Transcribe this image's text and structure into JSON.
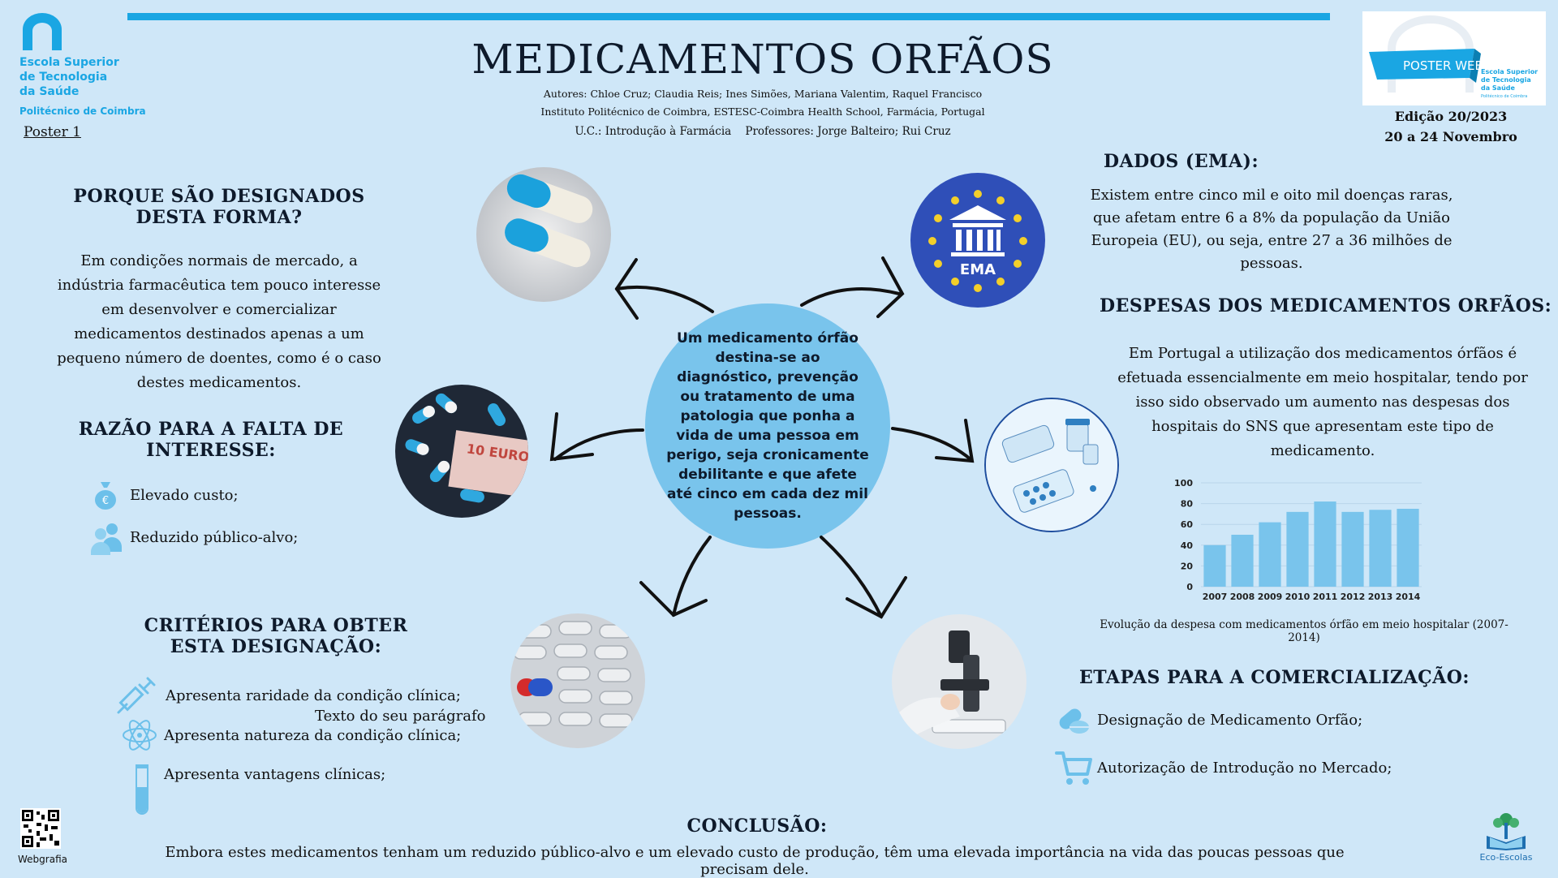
{
  "header": {
    "school_lines": [
      "Escola Superior",
      "de Tecnologia",
      "da Saúde"
    ],
    "school_sub": "Politécnico de Coimbra",
    "poster_label": "Poster 1",
    "title": "MEDICAMENTOS ORFÃOS",
    "authors": "Autores:  Chloe Cruz; Claudia Reis; Ines Simões, Mariana Valentim, Raquel Francisco",
    "institution": "Instituto Politécnico de Coimbra, ESTESC-Coimbra Health School, Farmácia, Portugal",
    "course": "U.C.: Introdução à Farmácia    Professores: Jorge Balteiro; Rui Cruz",
    "poster_week_label": "POSTER WEEK",
    "poster_week_school": [
      "Escola Superior",
      "de Tecnologia",
      "da Saúde",
      "Politécnico de Coimbra"
    ],
    "edition": "Edição 20/2023",
    "dates": "20 a 24 Novembro"
  },
  "left": {
    "why_title": "PORQUE SÃO DESIGNADOS DESTA FORMA?",
    "why_text": "Em condições normais de mercado, a indústria farmacêutica tem pouco interesse em desenvolver e comercializar medicamentos destinados apenas a um pequeno número de doentes, como é o caso destes medicamentos.",
    "reason_title": "RAZÃO PARA A FALTA DE INTERESSE:",
    "reasons": [
      "Elevado custo;",
      "Reduzido público-alvo;"
    ],
    "criteria_title": "CRITÉRIOS PARA OBTER ESTA DESIGNAÇÃO:",
    "criteria": [
      "Apresenta raridade da condição clínica;",
      "Apresenta natureza da condição clínica;",
      "Apresenta vantagens clínicas;"
    ],
    "placeholder_text": "Texto do seu parágrafo"
  },
  "center": {
    "definition": "Um medicamento órfão destina-se ao diagnóstico, prevenção ou tratamento de uma patologia que ponha a vida de uma pessoa em perigo, seja cronicamente debilitante e que afete até cinco em cada dez mil pessoas.",
    "ema_label": "EMA",
    "banknote_label": "10 EURO"
  },
  "right": {
    "data_title": "DADOS (EMA):",
    "data_text": "Existem entre cinco mil e oito mil doenças raras, que afetam entre 6 a 8% da população da União Europeia (EU), ou seja, entre 27 a 36 milhões de pessoas.",
    "expenses_title": "DESPESAS DOS MEDICAMENTOS ORFÃOS:",
    "expenses_text": "Em Portugal a utilização dos medicamentos órfãos é efetuada essencialmente em meio hospitalar, tendo por isso sido observado um aumento nas despesas dos hospitais do SNS que apresentam este tipo de medicamento.",
    "chart_caption": "Evolução da despesa com medicamentos órfão em meio hospitalar (2007-2014)",
    "steps_title": "ETAPAS PARA A COMERCIALIZAÇÃO:",
    "steps": [
      "Designação de Medicamento Orfão;",
      "Autorização de Introdução no Mercado;"
    ]
  },
  "footer": {
    "conclusion_title": "CONCLUSÃO:",
    "conclusion_text": "Embora estes medicamentos tenham um reduzido público-alvo e um elevado custo de produção, têm uma elevada importância na vida das poucas pessoas que precisam dele.",
    "qr_label": "Webgrafia",
    "eco_label": "Eco-Escolas"
  },
  "colors": {
    "accent": "#1aa6e3",
    "background": "#cfe7f8",
    "bar": "#79c4ec",
    "center": "#79c4ec"
  },
  "chart_data": {
    "type": "bar",
    "categories": [
      "2007",
      "2008",
      "2009",
      "2010",
      "2011",
      "2012",
      "2013",
      "2014"
    ],
    "values": [
      40,
      50,
      62,
      72,
      82,
      72,
      74,
      75
    ],
    "yticks": [
      "0",
      "20",
      "40",
      "60",
      "80",
      "100"
    ],
    "ylim": [
      0,
      100
    ],
    "title": "",
    "xlabel": "",
    "ylabel": "",
    "grid": true
  }
}
